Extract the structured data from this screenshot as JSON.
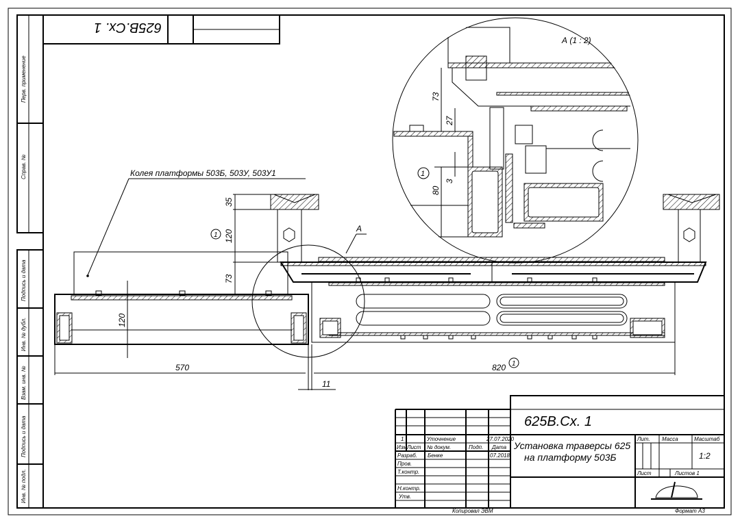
{
  "stamp_top": {
    "designation_reversed": "625В.Сх. 1"
  },
  "side_strip": {
    "labels": [
      "Перв. применение",
      "Справ. №",
      "Подпись и дата",
      "Инв. № дубл.",
      "Взам. инв. №",
      "Подпись и дата",
      "Инв. № подл."
    ]
  },
  "drawing": {
    "track_label": "Колея платформы 503Б, 503У, 503У1",
    "detail_ref": "А",
    "detail_title": "А  (1 : 2)",
    "item_marker": "1",
    "dimensions": {
      "d35": "35",
      "d120": "120",
      "d73": "73",
      "d120b": "120",
      "d570": "570",
      "d820": "820",
      "d11": "11"
    },
    "detail_dimensions": {
      "d73": "73",
      "d27": "27",
      "d3": "3",
      "d80": "80"
    }
  },
  "title_block": {
    "designation": "625В.Сх. 1",
    "name_line1": "Установка траверсы 625",
    "name_line2": "на платформу 503Б",
    "revision": {
      "num": "1",
      "doc": "Уточнение",
      "date": "27.07.2020"
    },
    "headers": {
      "izm": "Изм.",
      "list": "Лист",
      "doc": "№ докум.",
      "sign": "Подп.",
      "date": "Дата"
    },
    "roles": [
      {
        "role": "Разраб.",
        "name": "Бенке",
        "date": "07.2018"
      },
      {
        "role": "Пров.",
        "name": "",
        "date": ""
      },
      {
        "role": "Т.контр.",
        "name": "",
        "date": ""
      },
      {
        "role": "",
        "name": "",
        "date": ""
      },
      {
        "role": "Н.контр.",
        "name": "",
        "date": ""
      },
      {
        "role": "Утв.",
        "name": "",
        "date": ""
      }
    ],
    "lit": "Лит.",
    "mass": "Масса",
    "scale_label": "Масштаб",
    "scale": "1:2",
    "sheet": "Лист",
    "sheets": "Листов 1",
    "copied": "Копировал ЭВМ",
    "format": "Формат А3"
  }
}
